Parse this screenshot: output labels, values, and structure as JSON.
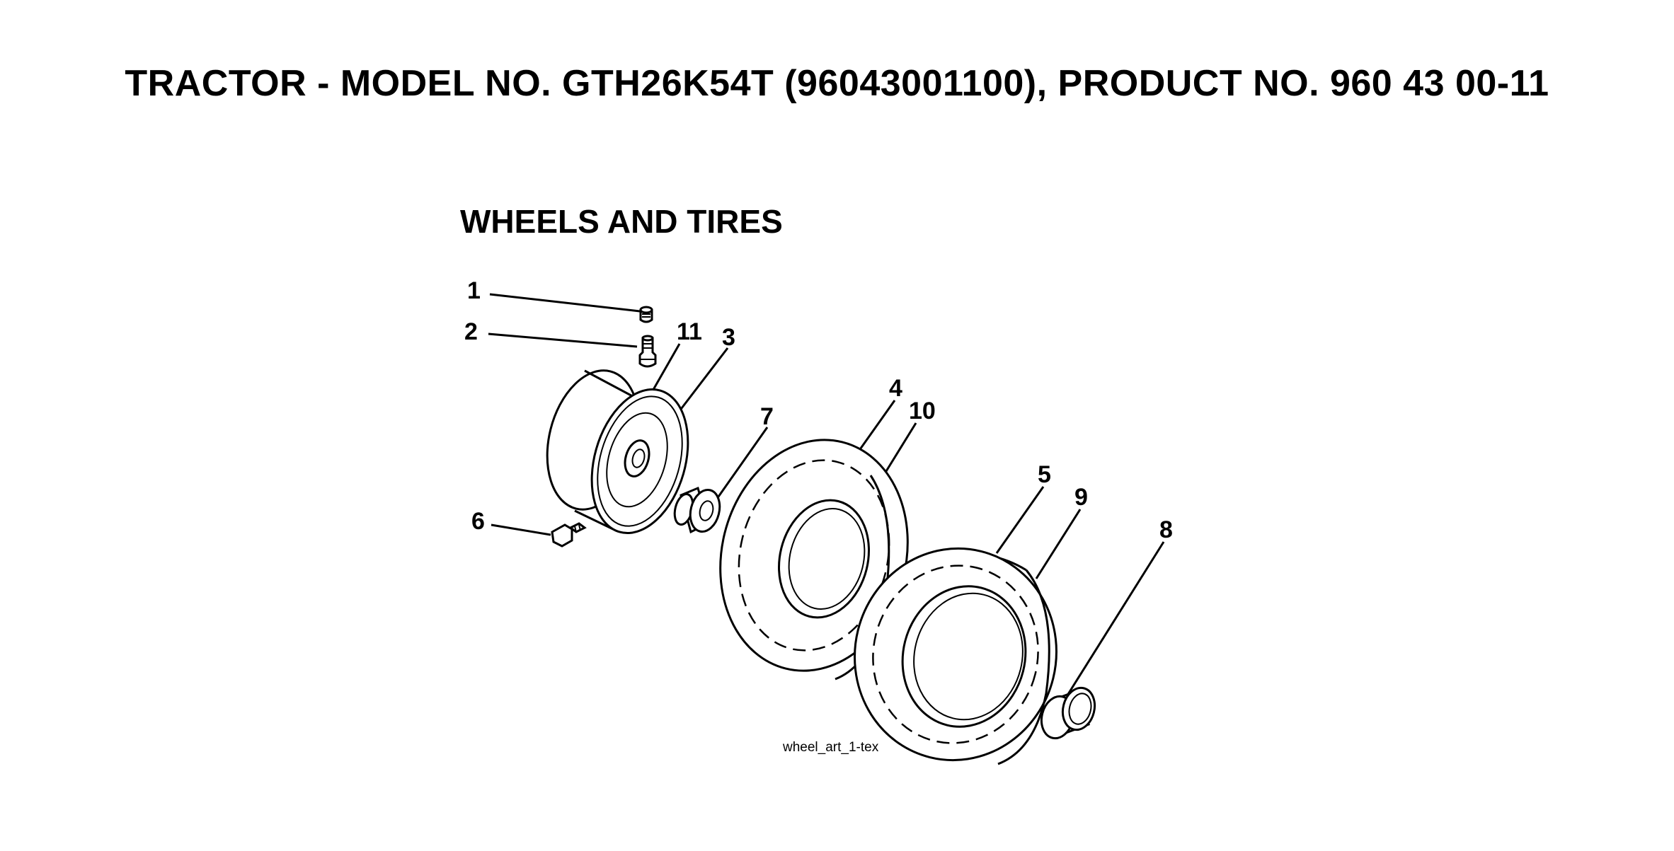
{
  "header": {
    "title": "TRACTOR - MODEL NO. GTH26K54T (96043001100), PRODUCT NO. 960 43 00-11"
  },
  "section": {
    "title": "WHEELS AND TIRES"
  },
  "callouts": [
    "1",
    "2",
    "3",
    "4",
    "5",
    "6",
    "7",
    "8",
    "9",
    "10",
    "11"
  ],
  "art_label": "wheel_art_1-tex"
}
